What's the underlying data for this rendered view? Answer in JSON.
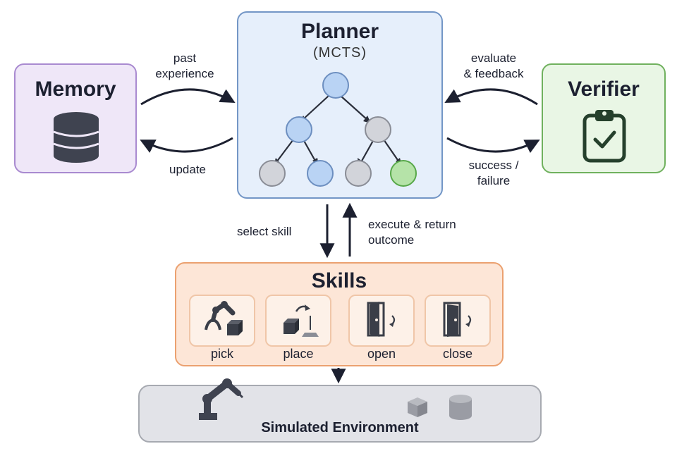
{
  "memory": {
    "title": "Memory",
    "icon": "database-icon",
    "color": "#a98ad0"
  },
  "planner": {
    "title": "Planner",
    "subtitle": "(MCTS)",
    "tree": {
      "root": "blue",
      "level1": [
        "blue",
        "gray"
      ],
      "level2": [
        "gray",
        "blue",
        "gray",
        "green"
      ]
    }
  },
  "verifier": {
    "title": "Verifier",
    "icon": "clipboard-check-icon",
    "color": "#70b15e"
  },
  "edges": {
    "memory_to_planner": "past\nexperience",
    "planner_to_memory": "update",
    "verifier_to_planner": "evaluate\n& feedback",
    "planner_to_verifier": "success /\nfailure",
    "planner_to_skills": "select skill",
    "skills_to_planner": "execute & return\noutcome"
  },
  "skills": {
    "title": "Skills",
    "items": [
      {
        "label": "pick",
        "icon": "robot-arm-pick-icon"
      },
      {
        "label": "place",
        "icon": "place-cube-icon"
      },
      {
        "label": "open",
        "icon": "door-open-icon"
      },
      {
        "label": "close",
        "icon": "door-close-icon"
      }
    ]
  },
  "environment": {
    "title": "Simulated Environment",
    "icons": [
      "robot-arm-icon",
      "cube-icon",
      "cylinder-icon"
    ]
  }
}
